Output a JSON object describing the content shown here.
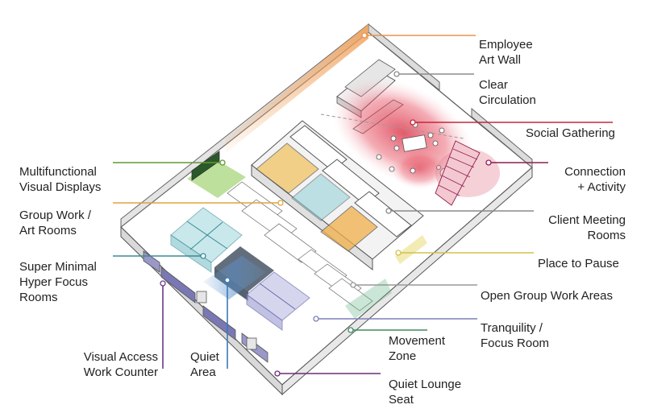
{
  "labels": {
    "employee_art_wall": "Employee\nArt Wall",
    "clear_circulation": "Clear\nCirculation",
    "social_gathering": "Social Gathering",
    "connection_activity": "Connection\n+ Activity",
    "client_meeting_rooms": "Client Meeting\nRooms",
    "place_to_pause": "Place to Pause",
    "open_group_work_areas": "Open Group Work Areas",
    "tranquility_focus_room": "Tranquility /\nFocus Room",
    "movement_zone": "Movement\nZone",
    "quiet_lounge_seat": "Quiet Lounge\nSeat",
    "multifunctional_visual_displays": "Multifunctional\nVisual Displays",
    "group_work_art_rooms": "Group Work /\nArt Rooms",
    "super_minimal_hyper_focus_rooms": "Super Minimal\nHyper Focus\nRooms",
    "visual_access_work_counter": "Visual Access\nWork Counter",
    "quiet_area": "Quiet\nArea"
  },
  "colors": {
    "employee_art_wall": "#e8944a",
    "clear_circulation": "#8c8c8c",
    "social_gathering": "#c2283c",
    "connection_activity": "#8e1e52",
    "client_meeting_rooms": "#8a8a8a",
    "place_to_pause": "#d2c24a",
    "open_group_work_areas": "#999999",
    "tranquility_focus_room": "#7d7fb8",
    "movement_zone": "#3c8c5c",
    "quiet_lounge_seat": "#6b2a78",
    "multifunctional_visual_displays": "#5e9a32",
    "group_work_art_rooms": "#e0a43c",
    "super_minimal_hyper_focus_rooms": "#3a8a98",
    "visual_access_work_counter": "#6b3a8a",
    "quiet_area": "#3a7ab8"
  }
}
